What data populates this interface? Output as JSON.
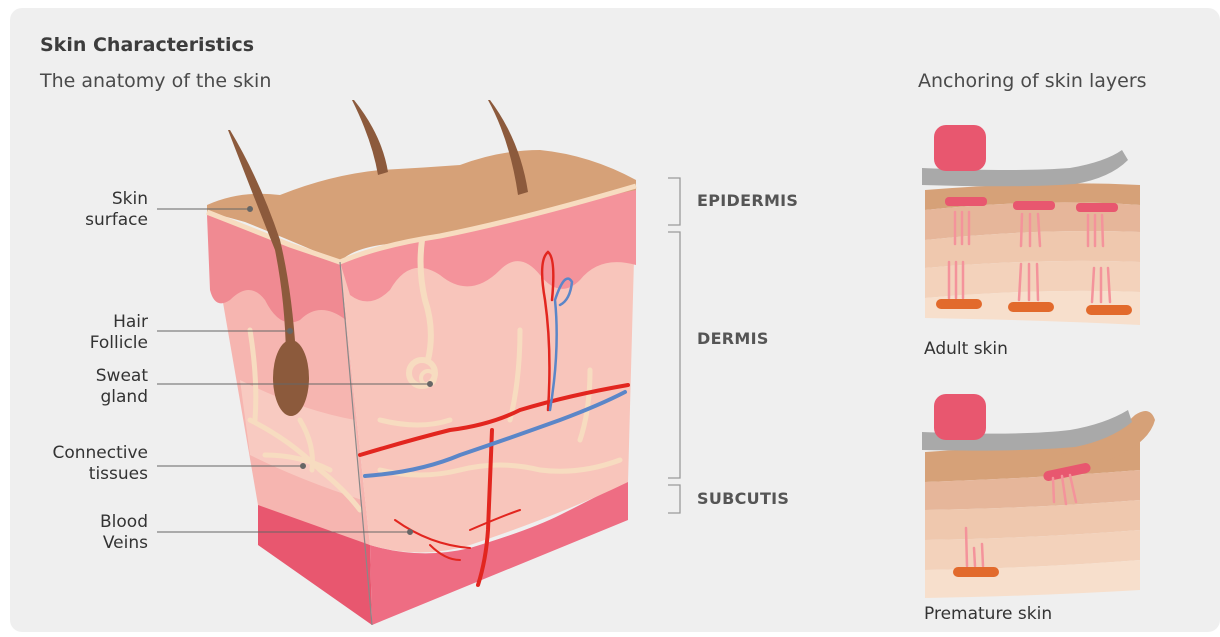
{
  "title": "Skin Characteristics",
  "left_panel": {
    "subtitle": "The anatomy of the skin",
    "callouts": {
      "skin_surface": "Skin\nsurface",
      "hair_follicle": "Hair\nFollicle",
      "sweat_gland": "Sweat\ngland",
      "connective_tissues": "Connective\ntissues",
      "blood_veins": "Blood\nVeins"
    },
    "layers": {
      "epidermis": "EPIDERMIS",
      "dermis": "DERMIS",
      "subcutis": "SUBCUTIS"
    }
  },
  "right_panel": {
    "subtitle": "Anchoring of skin layers",
    "adult_caption": "Adult skin",
    "premature_caption": "Premature skin"
  },
  "colors": {
    "background": "#efefef",
    "epidermis": "#d6a178",
    "dermis": "#f4a7a7",
    "subcutis": "#e8576f",
    "hair": "#8c5a3c",
    "blood_red": "#e2261f",
    "blood_blue": "#5b86c8",
    "anchor_pink": "#e8576f",
    "anchor_orange": "#e26a2c"
  }
}
